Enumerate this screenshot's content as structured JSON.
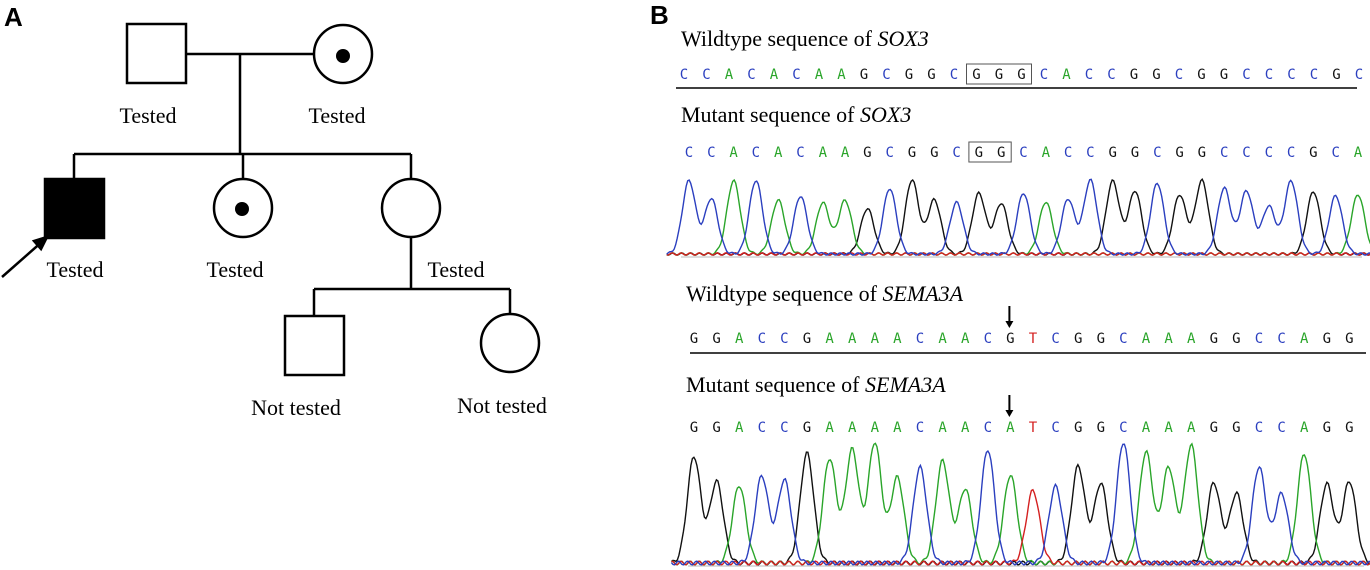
{
  "panels": {
    "a": {
      "letter": "A"
    },
    "b": {
      "letter": "B"
    }
  },
  "pedigree": {
    "labels": {
      "father": "Tested",
      "mother": "Tested",
      "proband": "Tested",
      "sister_carrier": "Tested",
      "sister": "Tested",
      "nephew": "Not tested",
      "niece": "Not tested"
    }
  },
  "sequences": {
    "sox3_wt": {
      "title_prefix": "Wildtype sequence of ",
      "gene": "SOX3",
      "bases": "CCACACAAGCGGCGGGCACCGGCGGCCCCGC",
      "boxed": [
        13,
        14,
        15
      ]
    },
    "sox3_mut": {
      "title_prefix": "Mutant sequence of ",
      "gene": "SOX3",
      "bases": "CCACACAAGCGGCGGCACCGGCGGCCCCGCA",
      "boxed": [
        13,
        14
      ]
    },
    "sema3a_wt": {
      "title_prefix": "Wildtype sequence of ",
      "gene": "SEMA3A",
      "bases": "GGACCGAAAACAACGTCGGCAAAGGCCAGG",
      "arrow_index": 14
    },
    "sema3a_mut": {
      "title_prefix": "Mutant sequence of ",
      "gene": "SEMA3A",
      "bases": "GGACCGAAAACAACATCGGCAAAGGCCAGG",
      "arrow_index": 14
    }
  },
  "colors": {
    "A": "#2aa52a",
    "C": "#2b3fbf",
    "G": "#111111",
    "T": "#d42020"
  }
}
